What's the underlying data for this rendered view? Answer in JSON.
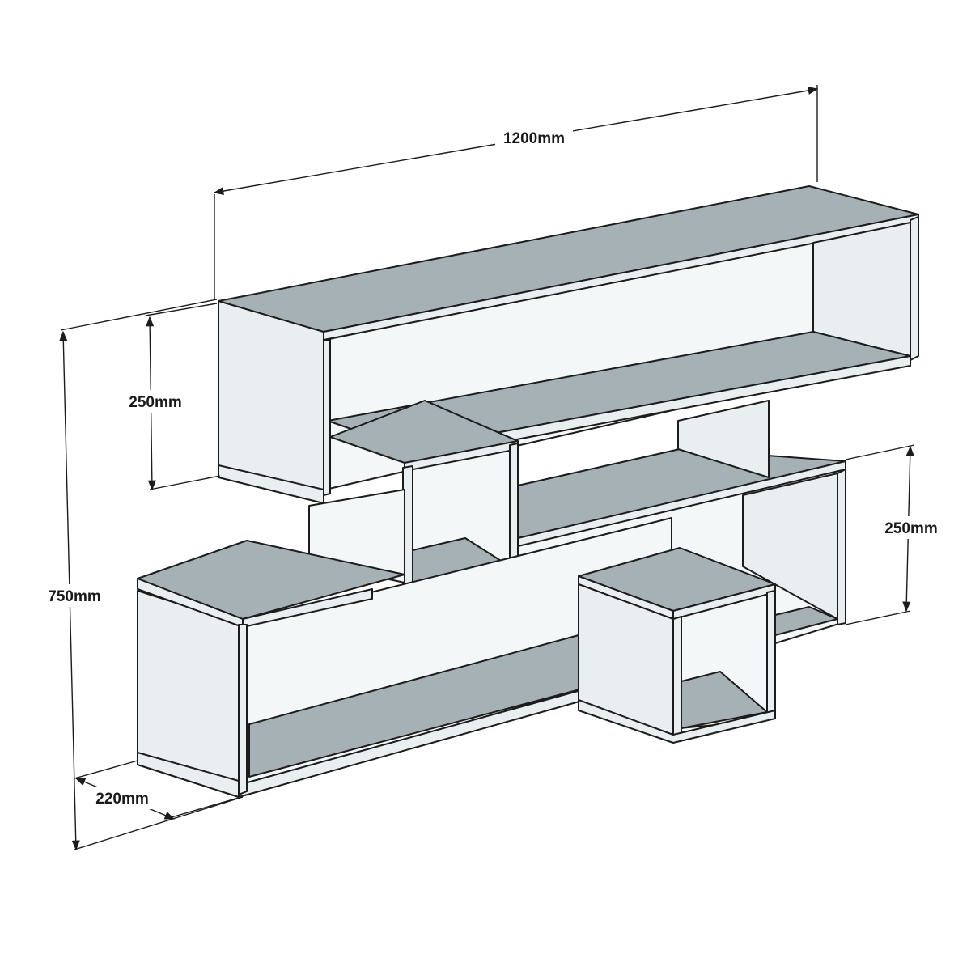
{
  "diagram": {
    "subject": "modular wall shelf dimension drawing",
    "dimensions": {
      "width": "1200mm",
      "height": "750mm",
      "depth": "220mm",
      "upper_unit_height": "250mm",
      "lower_unit_height": "250mm"
    },
    "colors": {
      "board_top": "#a6b1b6",
      "board_side": "#e9eef0",
      "board_inner": "#f4f7f8",
      "edge": "#1c1c1c"
    }
  }
}
